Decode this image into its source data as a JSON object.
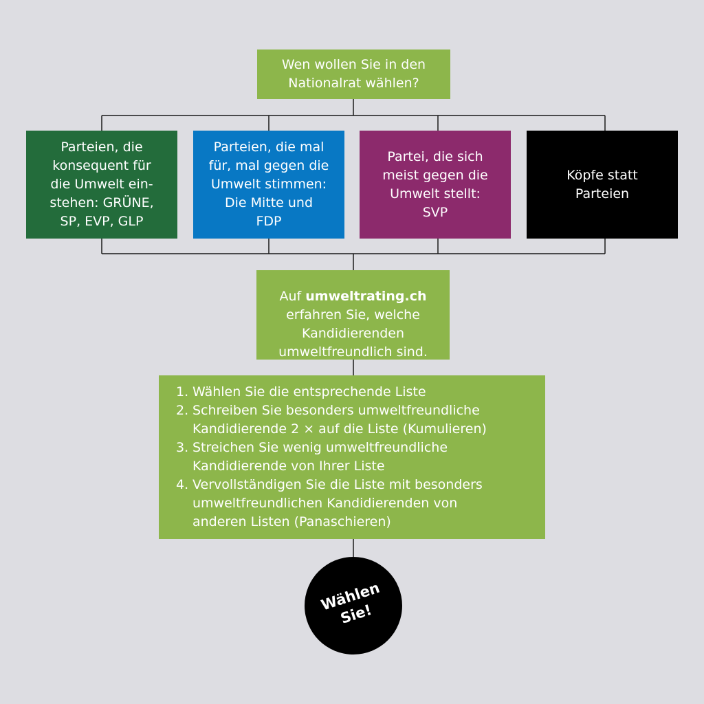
{
  "colors": {
    "background": "#dddde2",
    "connector": "#1a1a1a",
    "light_green": "#8db64b",
    "dark_green": "#236c3b",
    "blue": "#0878c4",
    "purple": "#8c2a6c",
    "black": "#000000",
    "text": "#ffffff"
  },
  "question": {
    "text": "Wen wollen Sie in den\nNationalrat wählen?"
  },
  "options": [
    {
      "text": "Parteien, die\nkonsequent für\ndie Umwelt ein-\nstehen: GRÜNE,\nSP, EVP, GLP",
      "color": "#236c3b"
    },
    {
      "text": "Parteien, die mal\nfür, mal gegen die\nUmwelt stimmen:\nDie Mitte und\nFDP",
      "color": "#0878c4"
    },
    {
      "text": "Partei, die sich\nmeist gegen die\nUmwelt stellt:\nSVP",
      "color": "#8c2a6c"
    },
    {
      "text": "Köpfe statt\nParteien",
      "color": "#000000"
    }
  ],
  "info": {
    "prefix": "Auf ",
    "link": "umweltrating.ch",
    "rest": "erfahren Sie, welche\nKandidierenden\numweltfreundlich sind."
  },
  "steps": [
    {
      "number": "1.",
      "text": "Wählen Sie die entsprechende Liste"
    },
    {
      "number": "2.",
      "text": "Schreiben Sie besonders umweltfreundliche\nKandidierende 2 × auf die Liste (Kumulieren)"
    },
    {
      "number": "3.",
      "text": "Streichen Sie wenig umweltfreundliche\nKandidierende von Ihrer Liste"
    },
    {
      "number": "4.",
      "text": "Vervollständigen Sie die Liste mit besonders\numweltfreundlichen Kandidierenden von\nanderen Listen (Panaschieren)"
    }
  ],
  "cta": {
    "text": "Wählen\nSie!"
  }
}
